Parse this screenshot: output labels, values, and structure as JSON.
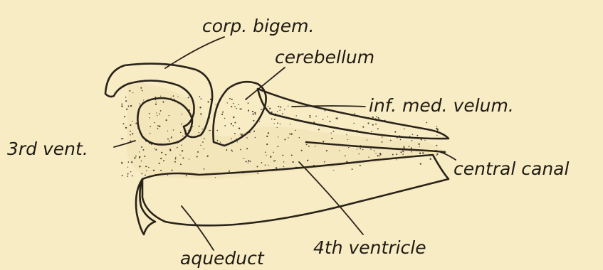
{
  "labels": {
    "corp_bigem": "corp. bigem.",
    "cerebellum": "cerebellum",
    "inf_med_velum": "inf. med. velum.",
    "third_vent": "3rd vent.",
    "central_canal": "central canal",
    "aqueduct": "aqueduct",
    "fourth_ventricle": "4th ventricle"
  },
  "colors": {
    "paper": "#f7ecc4",
    "ink": "#2a231a"
  }
}
